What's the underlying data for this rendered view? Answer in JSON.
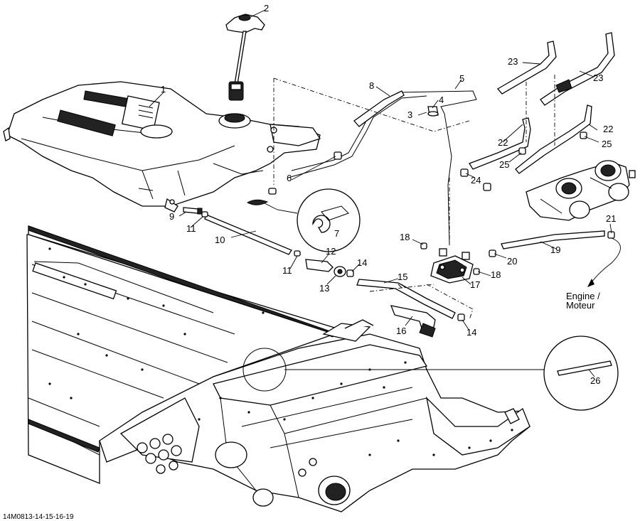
{
  "diagram": {
    "callouts": [
      "1",
      "2",
      "3",
      "4",
      "5",
      "6",
      "7",
      "8",
      "9",
      "10",
      "11",
      "11",
      "12",
      "13",
      "14",
      "14",
      "15",
      "16",
      "17",
      "18",
      "18",
      "19",
      "20",
      "21",
      "22",
      "22",
      "23",
      "23",
      "24",
      "25",
      "25",
      "26"
    ],
    "engine_label_line1": "Engine /",
    "engine_label_line2": "Moteur",
    "reference_code": "14M0813-14-15-16-19"
  }
}
